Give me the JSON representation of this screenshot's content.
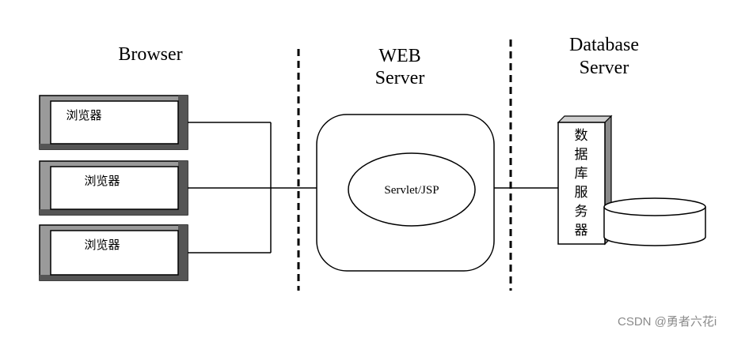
{
  "columns": {
    "browser": "Browser",
    "web_server": [
      "WEB",
      "Server"
    ],
    "db_server": [
      "Database",
      "Server"
    ]
  },
  "browsers": [
    {
      "label": "浏览器"
    },
    {
      "label": "浏览器"
    },
    {
      "label": "浏览器"
    }
  ],
  "web_component": "Servlet/JSP",
  "db_box_chars": [
    "数",
    "据",
    "库",
    "服",
    "务",
    "器"
  ],
  "watermark": "CSDN @勇者六花i",
  "colors": {
    "line": "#000000",
    "box_face": "#ffffff",
    "box_bevel": "#9a9a9a",
    "box_shadow": "#555555",
    "watermark": "#8a8a8a"
  }
}
